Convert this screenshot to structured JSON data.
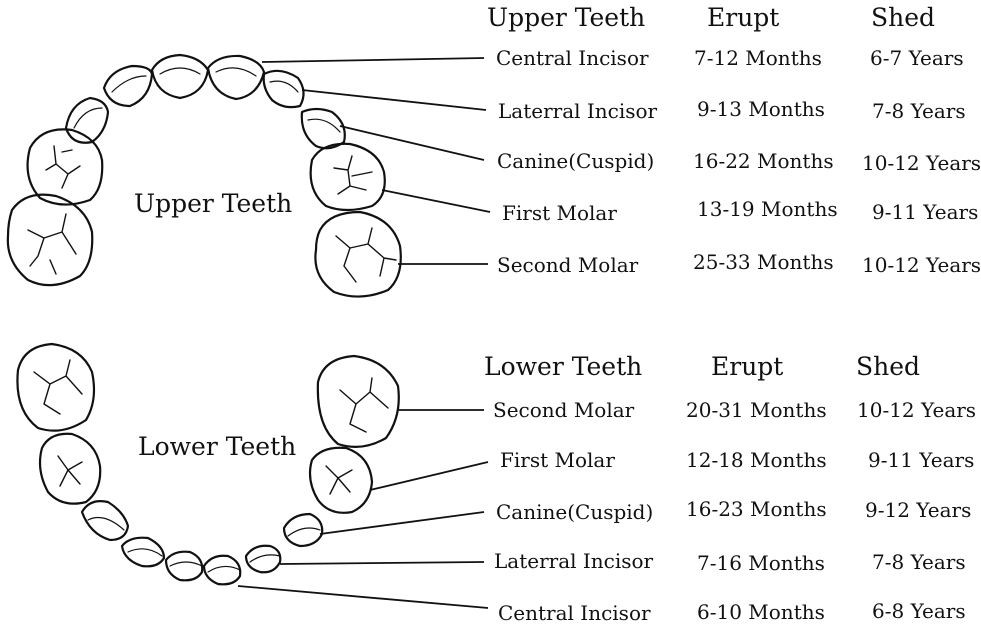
{
  "upper": {
    "jaw_label": "Upper Teeth",
    "headers": {
      "group": "Upper Teeth",
      "erupt": "Erupt",
      "shed": "Shed"
    },
    "rows": [
      {
        "name": "Central  Incisor",
        "erupt": "7-12 Months",
        "shed": "6-7 Years"
      },
      {
        "name": "Laterral Incisor",
        "erupt": "9-13  Months",
        "shed": "7-8  Years"
      },
      {
        "name": "Canine(Cuspid)",
        "erupt": "16-22 Months",
        "shed": "10-12 Years"
      },
      {
        "name": "First Molar",
        "erupt": "13-19 Months",
        "shed": "9-11 Years"
      },
      {
        "name": "Second Molar",
        "erupt": "25-33 Months",
        "shed": "10-12 Years"
      }
    ]
  },
  "lower": {
    "jaw_label": "Lower Teeth",
    "headers": {
      "group": "Lower Teeth",
      "erupt": "Erupt",
      "shed": "Shed"
    },
    "rows": [
      {
        "name": "Second Molar",
        "erupt": "20-31  Months",
        "shed": "10-12  Years"
      },
      {
        "name": "First Molar",
        "erupt": "12-18  Months",
        "shed": "9-11  Years"
      },
      {
        "name": "Canine(Cuspid)",
        "erupt": "16-23  Months",
        "shed": "9-12  Years"
      },
      {
        "name": "Laterral Incisor",
        "erupt": "7-16  Months",
        "shed": "7-8  Years"
      },
      {
        "name": "Central  Incisor",
        "erupt": "6-10  Months",
        "shed": "6-8  Years"
      }
    ]
  }
}
